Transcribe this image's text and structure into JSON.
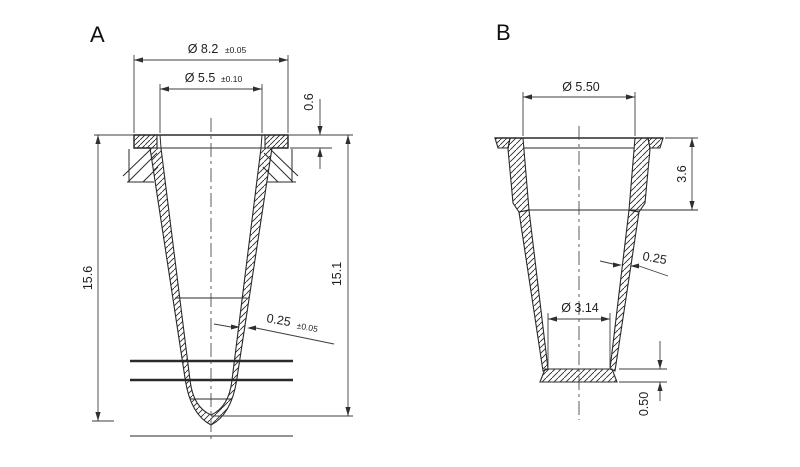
{
  "figure": {
    "background": "#ffffff",
    "line_color": "#2a2a2a"
  },
  "panel_a": {
    "label": "A",
    "dims": {
      "outer_dia": {
        "value": "Ø 8.2",
        "tol": "±0.05"
      },
      "inner_dia": {
        "value": "Ø 5.5",
        "tol": "±0.10"
      },
      "flange_thickness": {
        "value": "0.6"
      },
      "overall_height": {
        "value": "15.6"
      },
      "inner_depth": {
        "value": "15.1"
      },
      "wall_thickness": {
        "value": "0.25",
        "tol": "±0.05"
      }
    }
  },
  "panel_b": {
    "label": "B",
    "dims": {
      "top_dia": {
        "value": "Ø 5.50"
      },
      "collar_height": {
        "value": "3.6"
      },
      "wall_thickness": {
        "value": "0.25"
      },
      "bottom_inner_dia": {
        "value": "Ø 3.14"
      },
      "bottom_thickness": {
        "value": "0.50"
      }
    }
  }
}
